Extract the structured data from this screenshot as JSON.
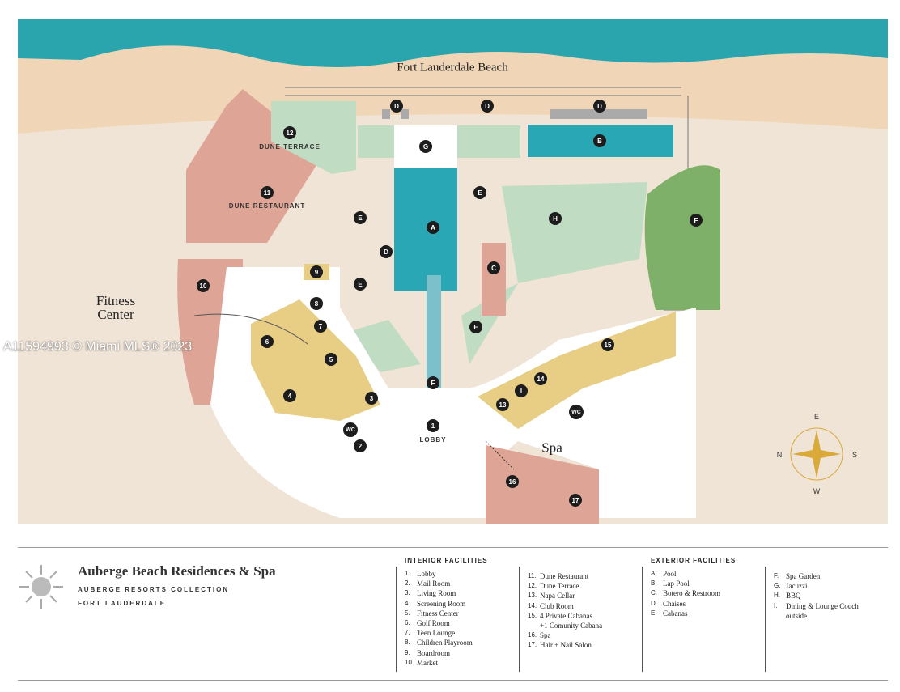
{
  "map": {
    "beach_label": "Fort Lauderdale Beach",
    "fitness_label": "Fitness Center",
    "spa_label": "Spa",
    "lobby_label": "LOBBY",
    "dune_terrace_label": "DUNE TERRACE",
    "dune_restaurant_label": "DUNE RESTAURANT",
    "markers": {
      "d1": "D",
      "d2": "D",
      "d3": "D",
      "g": "G",
      "b": "B",
      "e1": "E",
      "e2": "E",
      "h": "H",
      "f1": "F",
      "a": "A",
      "d4": "D",
      "c": "C",
      "e3": "E",
      "e4": "E",
      "f2": "F",
      "m1": "1",
      "m12": "12",
      "m11": "11",
      "m10": "10",
      "m9": "9",
      "m8": "8",
      "m7": "7",
      "m6": "6",
      "m5": "5",
      "m4": "4",
      "m3": "3",
      "m2": "2",
      "wc1": "WC",
      "m13": "13",
      "i": "I",
      "m14": "14",
      "m15": "15",
      "wc2": "WC",
      "m16": "16",
      "m17": "17"
    },
    "compass": {
      "n": "N",
      "s": "S",
      "e": "E",
      "w": "W"
    },
    "watermark": "A11594993 © Miami MLS® 2023",
    "colors": {
      "ocean": "#2aa5ae",
      "sand": "#f0d6b7",
      "ground": "#f0e4d6",
      "pink": "#dea596",
      "yellow": "#e8cd85",
      "green": "#c0dcc3",
      "garden": "#7eb069",
      "pool": "#2aa7b5"
    }
  },
  "legend": {
    "name": "Auberge Beach Residences & Spa",
    "collection": "AUBERGE RESORTS COLLECTION",
    "city": "FORT LAUDERDALE",
    "interior_title": "INTERIOR FACILITIES",
    "interior": [
      [
        "1.",
        "Lobby"
      ],
      [
        "2.",
        "Mail Room"
      ],
      [
        "3.",
        "Living Room"
      ],
      [
        "4.",
        "Screening Room"
      ],
      [
        "5.",
        "Fitness Center"
      ],
      [
        "6.",
        "Golf Room"
      ],
      [
        "7.",
        "Teen Lounge"
      ],
      [
        "8.",
        "Children Playroom"
      ],
      [
        "9.",
        "Boardroom"
      ],
      [
        "10.",
        "Market"
      ]
    ],
    "interior2": [
      [
        "11.",
        "Dune Restaurant"
      ],
      [
        "12.",
        "Dune Terrace"
      ],
      [
        "13.",
        "Napa Cellar"
      ],
      [
        "14.",
        "Club Room"
      ],
      [
        "15.",
        "4 Private Cabanas"
      ],
      [
        "",
        "+1 Comunity Cabana"
      ],
      [
        "16.",
        "Spa"
      ],
      [
        "17.",
        "Hair + Nail Salon"
      ]
    ],
    "exterior_title": "EXTERIOR FACILITIES",
    "exterior": [
      [
        "A.",
        "Pool"
      ],
      [
        "B.",
        "Lap Pool"
      ],
      [
        "C.",
        "Botero & Restroom"
      ],
      [
        "D.",
        "Chaises"
      ],
      [
        "E.",
        "Cabanas"
      ]
    ],
    "exterior2": [
      [
        "F.",
        "Spa Garden"
      ],
      [
        "G.",
        "Jacuzzi"
      ],
      [
        "H.",
        "BBQ"
      ],
      [
        "I.",
        "Dining & Lounge Couch"
      ],
      [
        "",
        "outside"
      ]
    ]
  }
}
